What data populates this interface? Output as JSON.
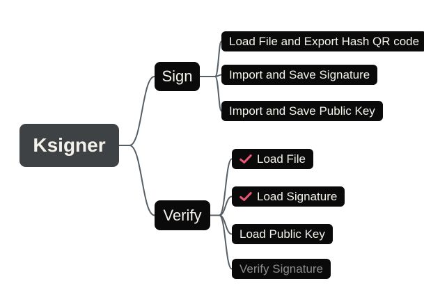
{
  "diagram": {
    "root": {
      "label": "Ksigner"
    },
    "branches": [
      {
        "label": "Sign",
        "children": [
          {
            "label": "Load File and Export Hash QR code",
            "checked": false,
            "dimmed": false
          },
          {
            "label": "Import and Save Signature",
            "checked": false,
            "dimmed": false
          },
          {
            "label": "Import and Save Public Key",
            "checked": false,
            "dimmed": false
          }
        ]
      },
      {
        "label": "Verify",
        "children": [
          {
            "label": "Load File",
            "checked": true,
            "dimmed": false
          },
          {
            "label": "Load Signature",
            "checked": true,
            "dimmed": false
          },
          {
            "label": "Load Public Key",
            "checked": false,
            "dimmed": false
          },
          {
            "label": "Verify Signature",
            "checked": false,
            "dimmed": true
          }
        ]
      }
    ]
  },
  "colors": {
    "background": "#ffffff",
    "root_node_bg": "#3f4244",
    "node_bg": "#0a0a0a",
    "node_text": "#f5f2ec",
    "dimmed_text": "#8e8e8e",
    "connector": "#575f66",
    "check": "#e85672"
  }
}
